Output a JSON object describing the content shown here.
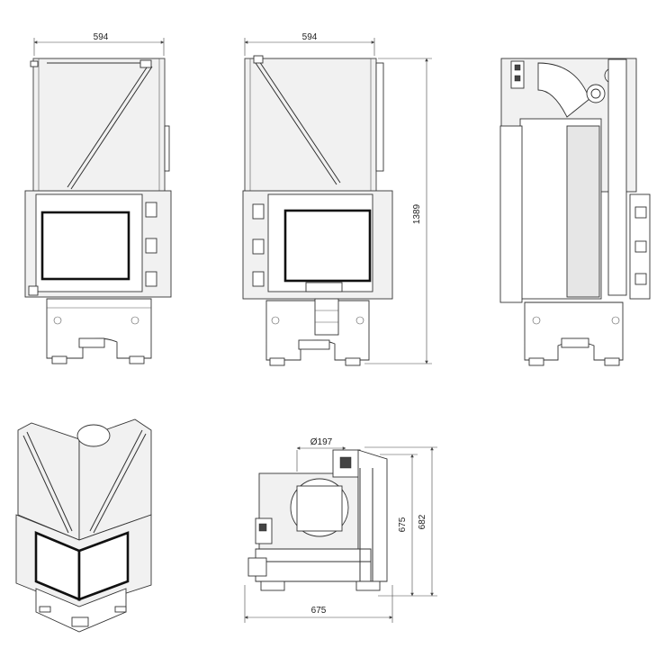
{
  "dimensions": {
    "front_width": "594",
    "side_width": "594",
    "height": "1389",
    "flue_diameter": "Ø197",
    "depth_a": "675",
    "depth_b": "682",
    "plan_width": "675"
  }
}
